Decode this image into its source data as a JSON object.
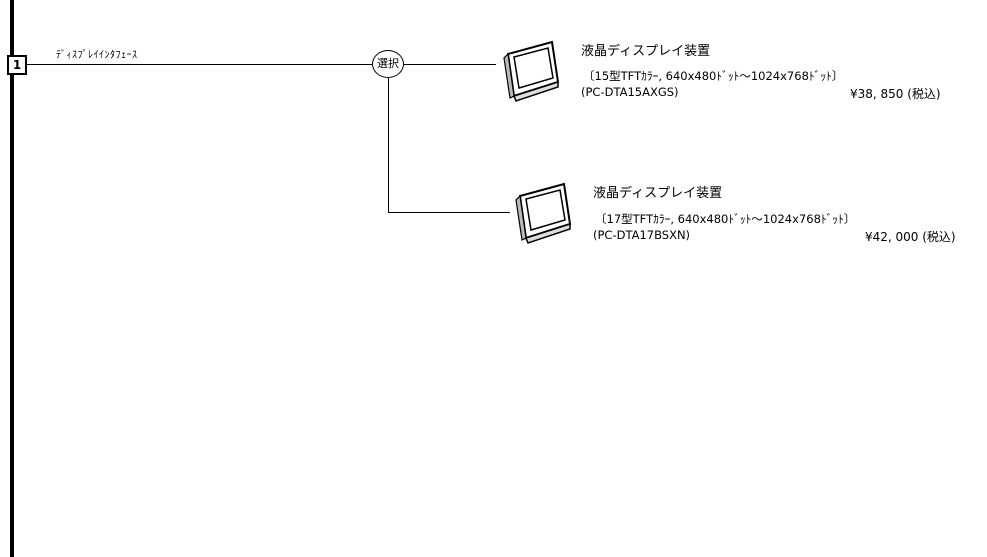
{
  "slot": {
    "number": "1",
    "interface_label": "ﾃﾞｨｽﾌﾟﾚｲｲﾝﾀﾌｪｰｽ"
  },
  "selector": {
    "label": "選択"
  },
  "products": [
    {
      "title": "液晶ディスプレイ装置",
      "spec": "〔15型TFTｶﾗｰ, 640x480ﾄﾞｯﾄ～1024x768ﾄﾞｯﾄ〕",
      "code": "(PC-DTA15AXGS)",
      "price": "¥38, 850 (税込)",
      "icon": "monitor-icon"
    },
    {
      "title": "液晶ディスプレイ装置",
      "spec": "〔17型TFTｶﾗｰ, 640x480ﾄﾞｯﾄ～1024x768ﾄﾞｯﾄ〕",
      "code": "(PC-DTA17BSXN)",
      "price": "¥42, 000 (税込)",
      "icon": "monitor-icon"
    }
  ]
}
